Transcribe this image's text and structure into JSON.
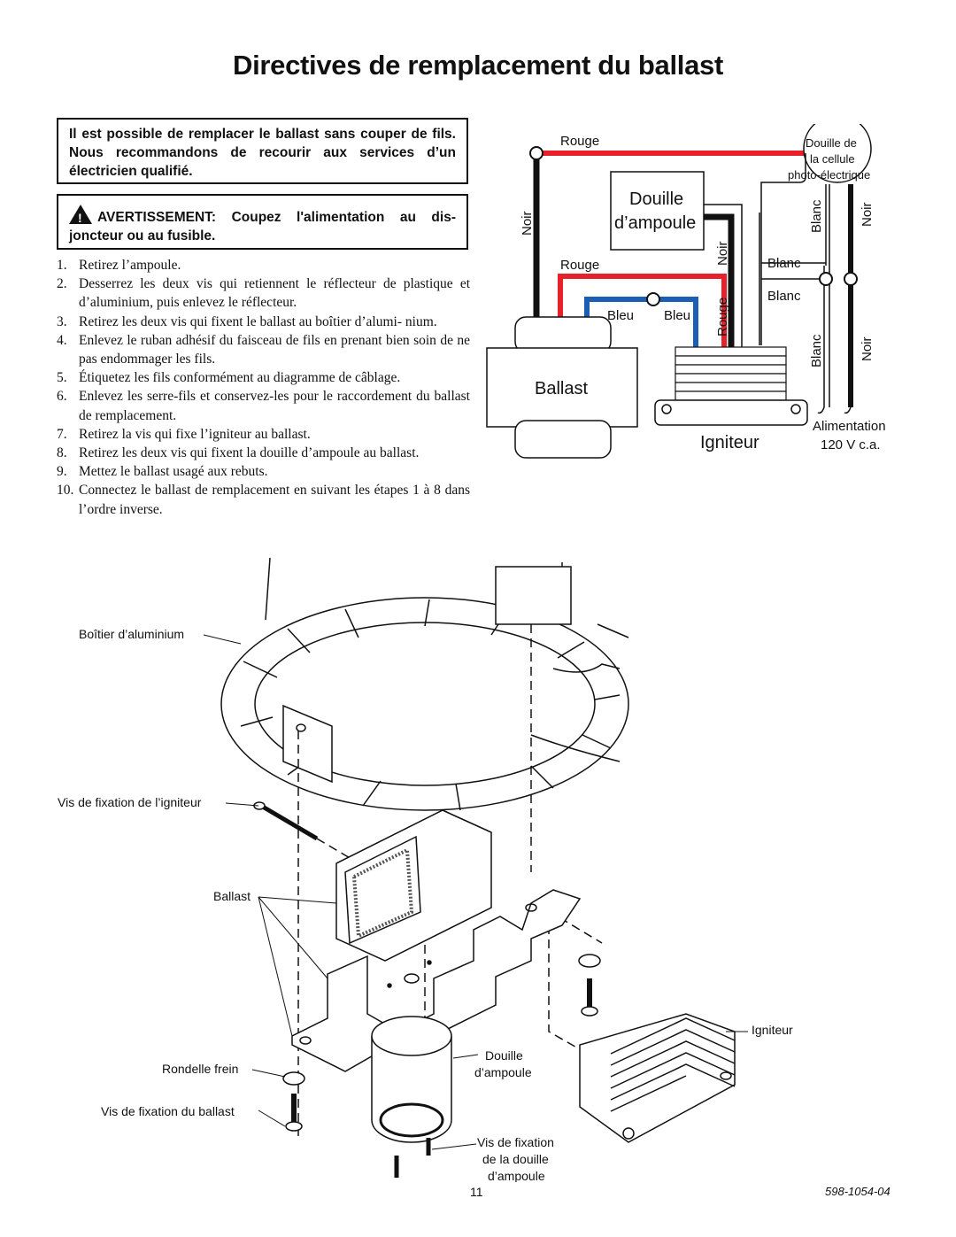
{
  "title": "Directives de remplacement du ballast",
  "note_box": "Il est possible de remplacer le ballast sans couper de fils. Nous recommandons de recourir aux services d’un électricien qualifié.",
  "warning": {
    "icon": "warning-triangle-icon",
    "text": "AVERTISSEMENT: Coupez l'alimentation au dis- joncteur ou au fusible."
  },
  "steps": [
    {
      "num": "1.",
      "text": "Retirez l’ampoule."
    },
    {
      "num": "2.",
      "text": "Desserrez les deux vis qui retiennent le réflecteur de plastique et d’aluminium, puis enlevez le réflecteur."
    },
    {
      "num": "3.",
      "text": "Retirez les deux vis qui fixent le ballast au boîtier d’alumi- nium."
    },
    {
      "num": "4.",
      "text": "Enlevez le ruban adhésif du faisceau de fils en prenant bien soin de ne pas endommager les fils."
    },
    {
      "num": "5.",
      "text": "Étiquetez les fils conformément au diagramme de câblage."
    },
    {
      "num": "6.",
      "text": "Enlevez les serre-fils et conservez-les pour le raccordement du ballast de remplacement."
    },
    {
      "num": "7.",
      "text": "Retirez la vis qui fixe l’igniteur au ballast."
    },
    {
      "num": "8.",
      "text": "Retirez les deux vis qui fixent la douille d’ampoule au ballast."
    },
    {
      "num": "9.",
      "text": "Mettez le ballast usagé aux rebuts."
    },
    {
      "num": "10.",
      "text": "Connectez le ballast de remplacement en suivant les étapes 1 à 8 dans l’ordre inverse."
    }
  ],
  "wiring": {
    "rouge_top": "Rouge",
    "rouge_mid": "Rouge",
    "rouge_vert": "Rouge",
    "noir_left": "Noir",
    "noir_socket": "Noir",
    "noir_right_top": "Noir",
    "noir_right_bottom": "Noir",
    "blanc_top_h": "Blanc",
    "blanc_mid_h": "Blanc",
    "blanc_vert_top": "Blanc",
    "blanc_vert_bottom": "Blanc",
    "bleu_left": "Bleu",
    "bleu_right": "Bleu",
    "socket_line1": "Douille",
    "socket_line2": "d’ampoule",
    "photocell_line1": "Douille de",
    "photocell_line2": "la cellule",
    "photocell_line3": "photo-électrique",
    "ballast": "Ballast",
    "igniter": "Igniteur",
    "supply_line1": "Alimentation",
    "supply_line2": "120 V c.a.",
    "colors": {
      "red": "#e8202a",
      "blue": "#1b5fb4",
      "black": "#111111"
    }
  },
  "exploded": {
    "housing": "Boîtier d’aluminium",
    "igniter_screw": "Vis de fixation de l’igniteur",
    "ballast": "Ballast",
    "igniter": "Igniteur",
    "lock_washer": "Rondelle frein",
    "socket_line1": "Douille",
    "socket_line2": "d’ampoule",
    "ballast_screw": "Vis de fixation du ballast",
    "socket_screw_line1": "Vis de fixation",
    "socket_screw_line2": "de la douille",
    "socket_screw_line3": "d’ampoule"
  },
  "footer": {
    "page_number": "11",
    "doc_code": "598-1054-04"
  }
}
